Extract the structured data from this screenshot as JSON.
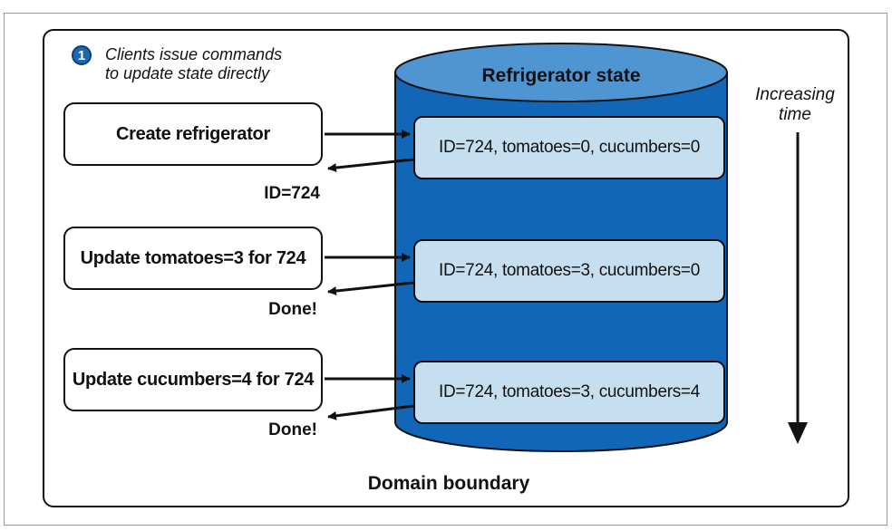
{
  "note": {
    "badge": "1",
    "line1": "Clients issue commands",
    "line2": "to update state directly"
  },
  "database": {
    "title": "Refrigerator state"
  },
  "time_axis": {
    "line1": "Increasing",
    "line2": "time"
  },
  "boundary_label": "Domain boundary",
  "steps": [
    {
      "command": "Create refrigerator",
      "state": "ID=724, tomatoes=0, cucumbers=0",
      "reply": "ID=724"
    },
    {
      "command": "Update tomatoes=3 for 724",
      "state": "ID=724, tomatoes=3, cucumbers=0",
      "reply": "Done!"
    },
    {
      "command": "Update cucumbers=4 for 724",
      "state": "ID=724, tomatoes=3, cucumbers=4",
      "reply": "Done!"
    }
  ],
  "colors": {
    "cylinder_body": "#1166b8",
    "cylinder_top": "#4f95d2",
    "state_box": "#c5dff0",
    "badge": "#1f67ae",
    "stroke": "#111111"
  }
}
